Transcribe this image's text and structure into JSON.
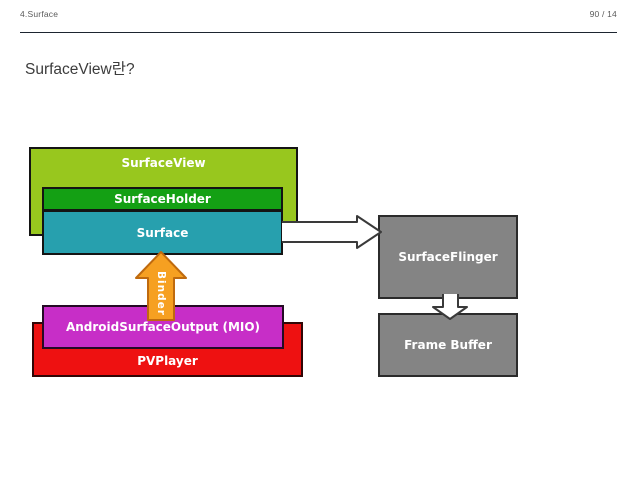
{
  "header": {
    "section_label": "4.Surface",
    "page_indicator": "90 / 14"
  },
  "slide": {
    "title": "SurfaceView란?"
  },
  "diagram": {
    "surfaceview": {
      "label": "SurfaceView",
      "fill": "#98c71e"
    },
    "surfaceholder": {
      "label": "SurfaceHolder",
      "fill": "#14a014"
    },
    "surface": {
      "label": "Surface",
      "fill": "#27a0ae"
    },
    "binder": {
      "label": "Binder",
      "fill": "#f6a021",
      "border": "#bf6a0e"
    },
    "mio": {
      "label": "AndroidSurfaceOutput (MIO)",
      "fill": "#c72ec7"
    },
    "pvplayer": {
      "label": "PVPlayer",
      "fill": "#ee1111"
    },
    "surfaceflinger": {
      "label": "SurfaceFlinger",
      "fill": "#848484"
    },
    "framebuffer": {
      "label": "Frame Buffer",
      "fill": "#848484"
    },
    "flow_arrow_fill": "#ffffff",
    "flow_arrow_outline": "#3a3a3a"
  }
}
